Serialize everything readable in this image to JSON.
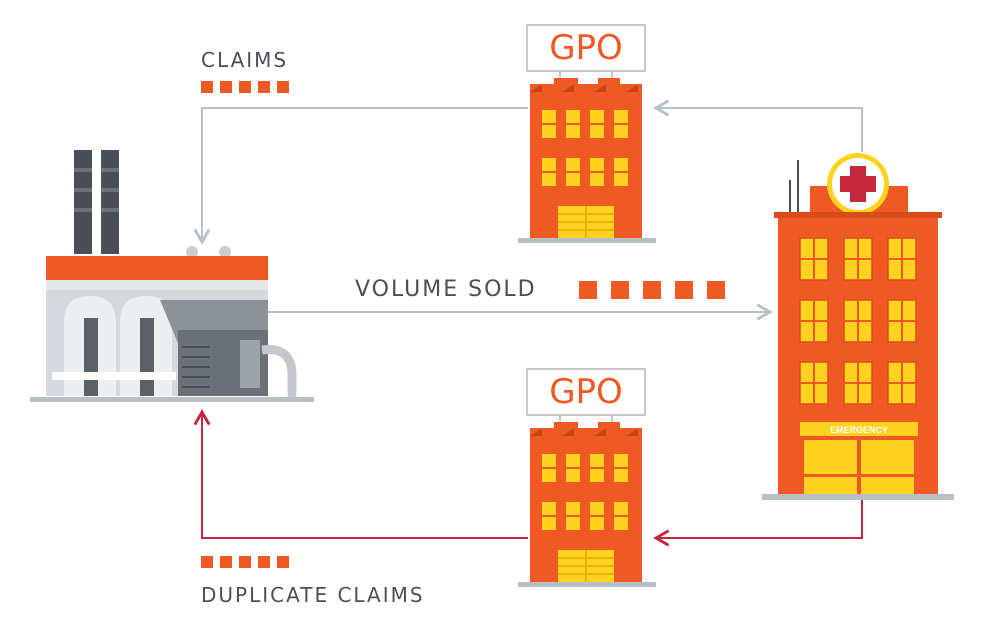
{
  "labels": {
    "claims": "CLAIMS",
    "volume_sold": "VOLUME SOLD",
    "duplicate_claims": "DUPLICATE CLAIMS"
  },
  "gpo_top": {
    "sign": "GPO"
  },
  "gpo_bottom": {
    "sign": "GPO"
  },
  "hospital": {
    "sign": "EMERGENCY"
  },
  "colors": {
    "accent": "#ef5a24",
    "window": "#ffd21f",
    "arrow_gray": "#b9bfc6",
    "arrow_red": "#c5283d",
    "text": "#4a4f57"
  }
}
